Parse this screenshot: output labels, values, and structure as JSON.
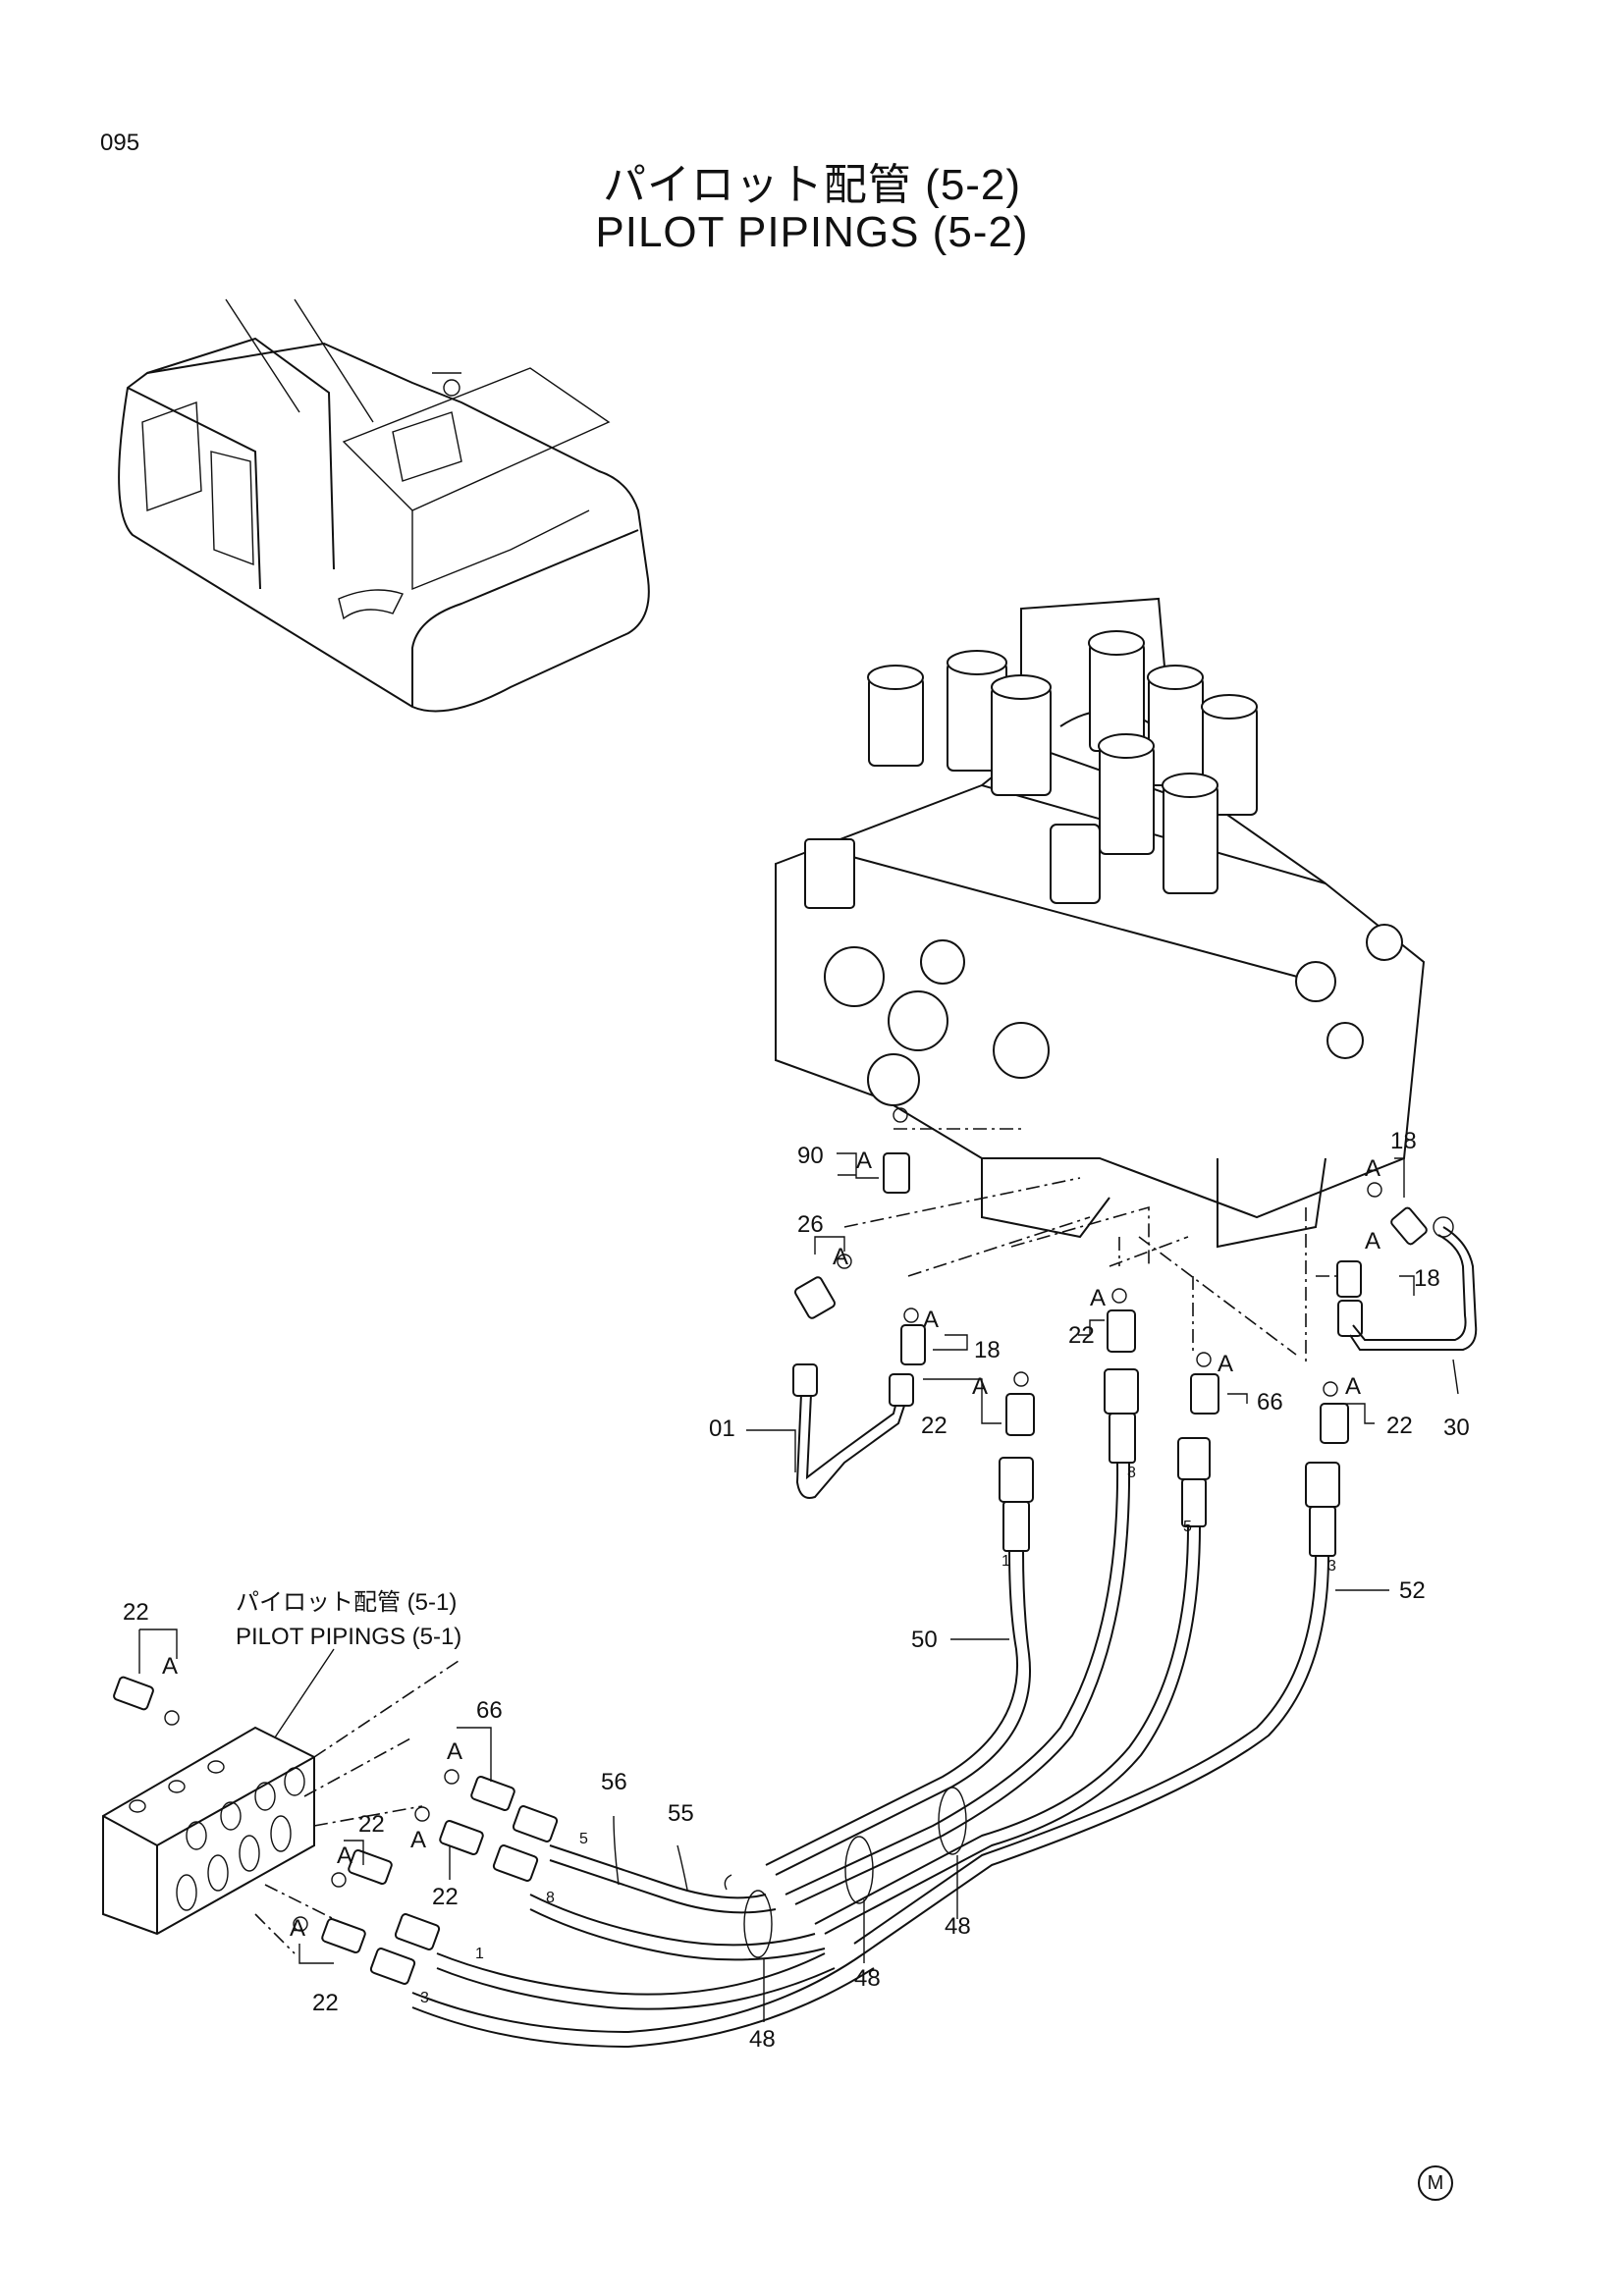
{
  "header": {
    "page_number": "095",
    "title_jp": "パイロット配管 (5-2)",
    "title_en": "PILOT  PIPINGS  (5-2)"
  },
  "reference": {
    "title_jp": "パイロット配管 (5-1)",
    "title_en": "PILOT PIPINGS (5-1)"
  },
  "callouts": {
    "c18a": "18",
    "c90": "90",
    "c26": "26",
    "c18b": "18",
    "c18c": "18",
    "c22a": "22",
    "c22b": "22",
    "c66a": "66",
    "c22c": "22",
    "c30": "30",
    "c01": "01",
    "c50": "50",
    "c52": "52",
    "c22d": "22",
    "c66b": "66",
    "c22e": "22",
    "c22f": "22",
    "c22g": "22",
    "c56": "56",
    "c55": "55",
    "c48a": "48",
    "c48b": "48",
    "c48c": "48"
  },
  "detail_label": "A",
  "hose_numbers": {
    "h1": "1",
    "h8": "8",
    "h5": "5",
    "h3": "3"
  },
  "footer_mark": "M"
}
